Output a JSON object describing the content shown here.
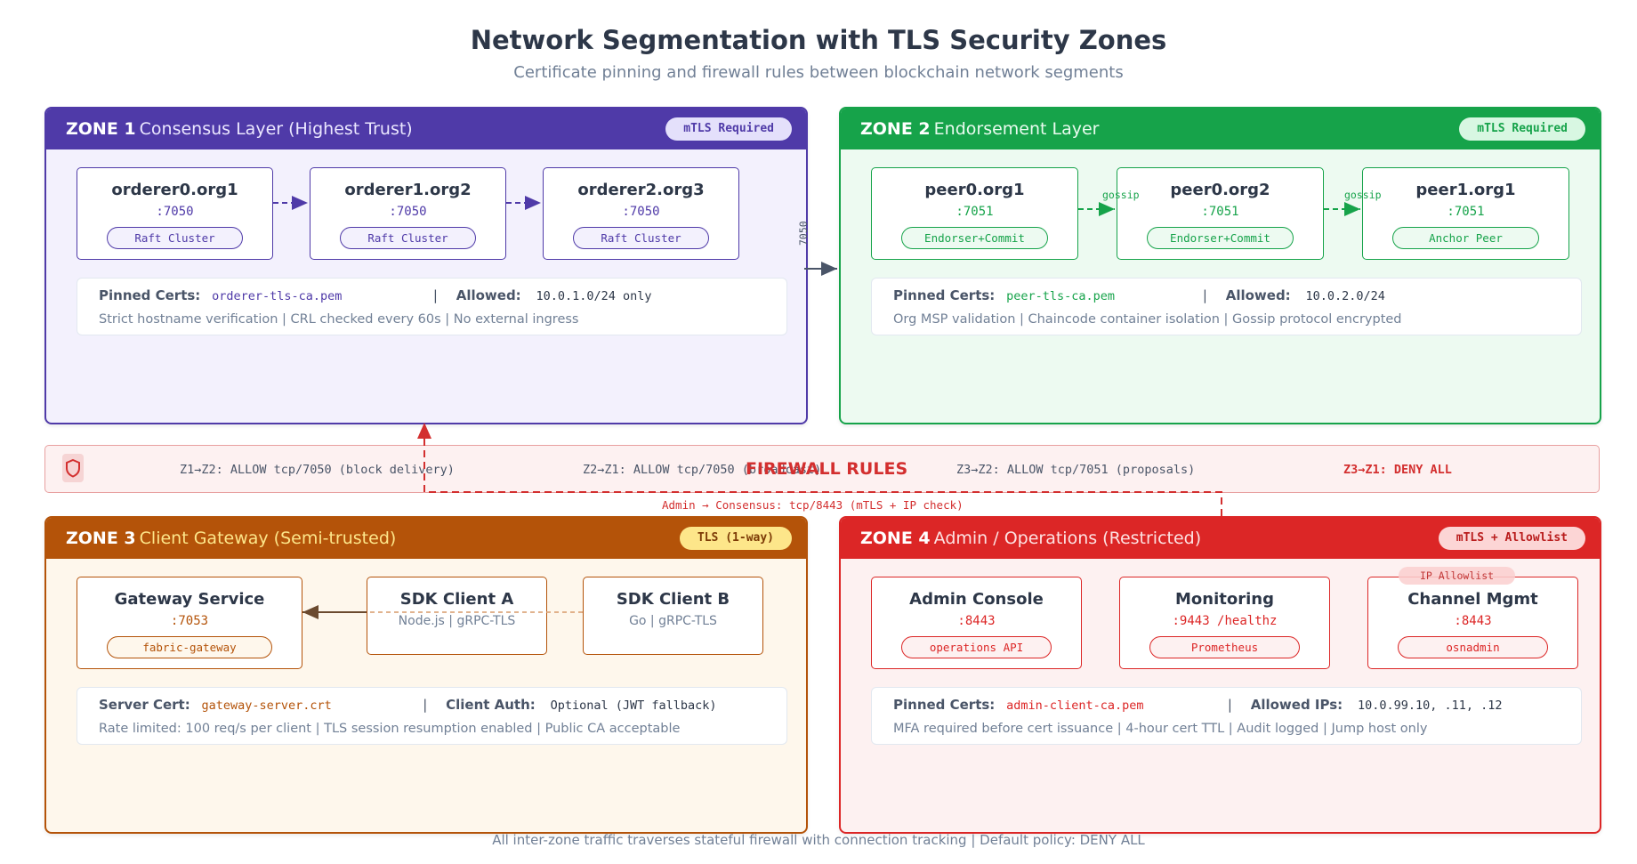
{
  "title": "Network Segmentation with TLS Security Zones",
  "subtitle": "Certificate pinning and firewall rules between blockchain network segments",
  "colors": {
    "zone1": "#4f3aa8",
    "zone2": "#16a34a",
    "zone3": "#b45309",
    "zone4": "#dc2626",
    "firewall": "#d32f2f"
  },
  "zones": {
    "z1": {
      "num": "ZONE 1",
      "name": "Consensus Layer (Highest Trust)",
      "badge": "mTLS Required",
      "nodes": [
        {
          "title": "orderer0.org1",
          "port": ":7050",
          "tag": "Raft Cluster"
        },
        {
          "title": "orderer1.org2",
          "port": ":7050",
          "tag": "Raft Cluster"
        },
        {
          "title": "orderer2.org3",
          "port": ":7050",
          "tag": "Raft Cluster"
        }
      ],
      "info": {
        "label1": "Pinned Certs:",
        "value1": "orderer-tls-ca.pem",
        "sep": "|",
        "label2": "Allowed:",
        "value2": "10.0.1.0/24 only",
        "note": "Strict hostname verification | CRL checked every 60s | No external ingress"
      }
    },
    "z2": {
      "num": "ZONE 2",
      "name": "Endorsement Layer",
      "badge": "mTLS Required",
      "nodes": [
        {
          "title": "peer0.org1",
          "port": ":7051",
          "tag": "Endorser+Commit"
        },
        {
          "title": "peer0.org2",
          "port": ":7051",
          "tag": "Endorser+Commit"
        },
        {
          "title": "peer1.org1",
          "port": ":7051",
          "tag": "Anchor Peer"
        }
      ],
      "edge_label": "gossip",
      "info": {
        "label1": "Pinned Certs:",
        "value1": "peer-tls-ca.pem",
        "sep": "|",
        "label2": "Allowed:",
        "value2": "10.0.2.0/24",
        "note": "Org MSP validation | Chaincode container isolation | Gossip protocol encrypted"
      }
    },
    "z3": {
      "num": "ZONE 3",
      "name": "Client Gateway (Semi-trusted)",
      "badge": "TLS (1-way)",
      "gateway": {
        "title": "Gateway Service",
        "port": ":7053",
        "tag": "fabric-gateway"
      },
      "clients": [
        {
          "title": "SDK Client A",
          "sub": "Node.js | gRPC-TLS"
        },
        {
          "title": "SDK Client B",
          "sub": "Go | gRPC-TLS"
        }
      ],
      "info": {
        "label1": "Server Cert:",
        "value1": "gateway-server.crt",
        "sep": "|",
        "label2": "Client Auth:",
        "value2": "Optional (JWT fallback)",
        "note": "Rate limited: 100 req/s per client | TLS session resumption enabled | Public CA acceptable"
      }
    },
    "z4": {
      "num": "ZONE 4",
      "name": "Admin / Operations (Restricted)",
      "badge": "mTLS + Allowlist",
      "nodes": [
        {
          "title": "Admin Console",
          "port": ":8443",
          "tag": "operations API"
        },
        {
          "title": "Monitoring",
          "port": ":9443 /healthz",
          "tag": "Prometheus"
        },
        {
          "title": "Channel Mgmt",
          "port": ":8443",
          "tag": "osnadmin"
        }
      ],
      "ip_allowlist_tag": "IP Allowlist",
      "info": {
        "label1": "Pinned Certs:",
        "value1": "admin-client-ca.pem",
        "sep": "|",
        "label2": "Allowed IPs:",
        "value2": "10.0.99.10, .11, .12",
        "note": "MFA required before cert issuance | 4-hour cert TTL | Audit logged | Jump host only"
      }
    }
  },
  "z1_to_z2_port": "7050",
  "firewall": {
    "title": "FIREWALL RULES",
    "icon": "shield-icon",
    "rules": [
      "Z1→Z2: ALLOW tcp/7050 (block delivery)",
      "Z2→Z1: ALLOW tcp/7050 (broadcast)",
      "Z3→Z2: ALLOW tcp/7051 (proposals)",
      "Z3→Z1: DENY ALL"
    ],
    "admin_path": "Admin → Consensus: tcp/8443 (mTLS + IP check)"
  },
  "footer": "All inter-zone traffic traverses stateful firewall with connection tracking | Default policy: DENY ALL"
}
